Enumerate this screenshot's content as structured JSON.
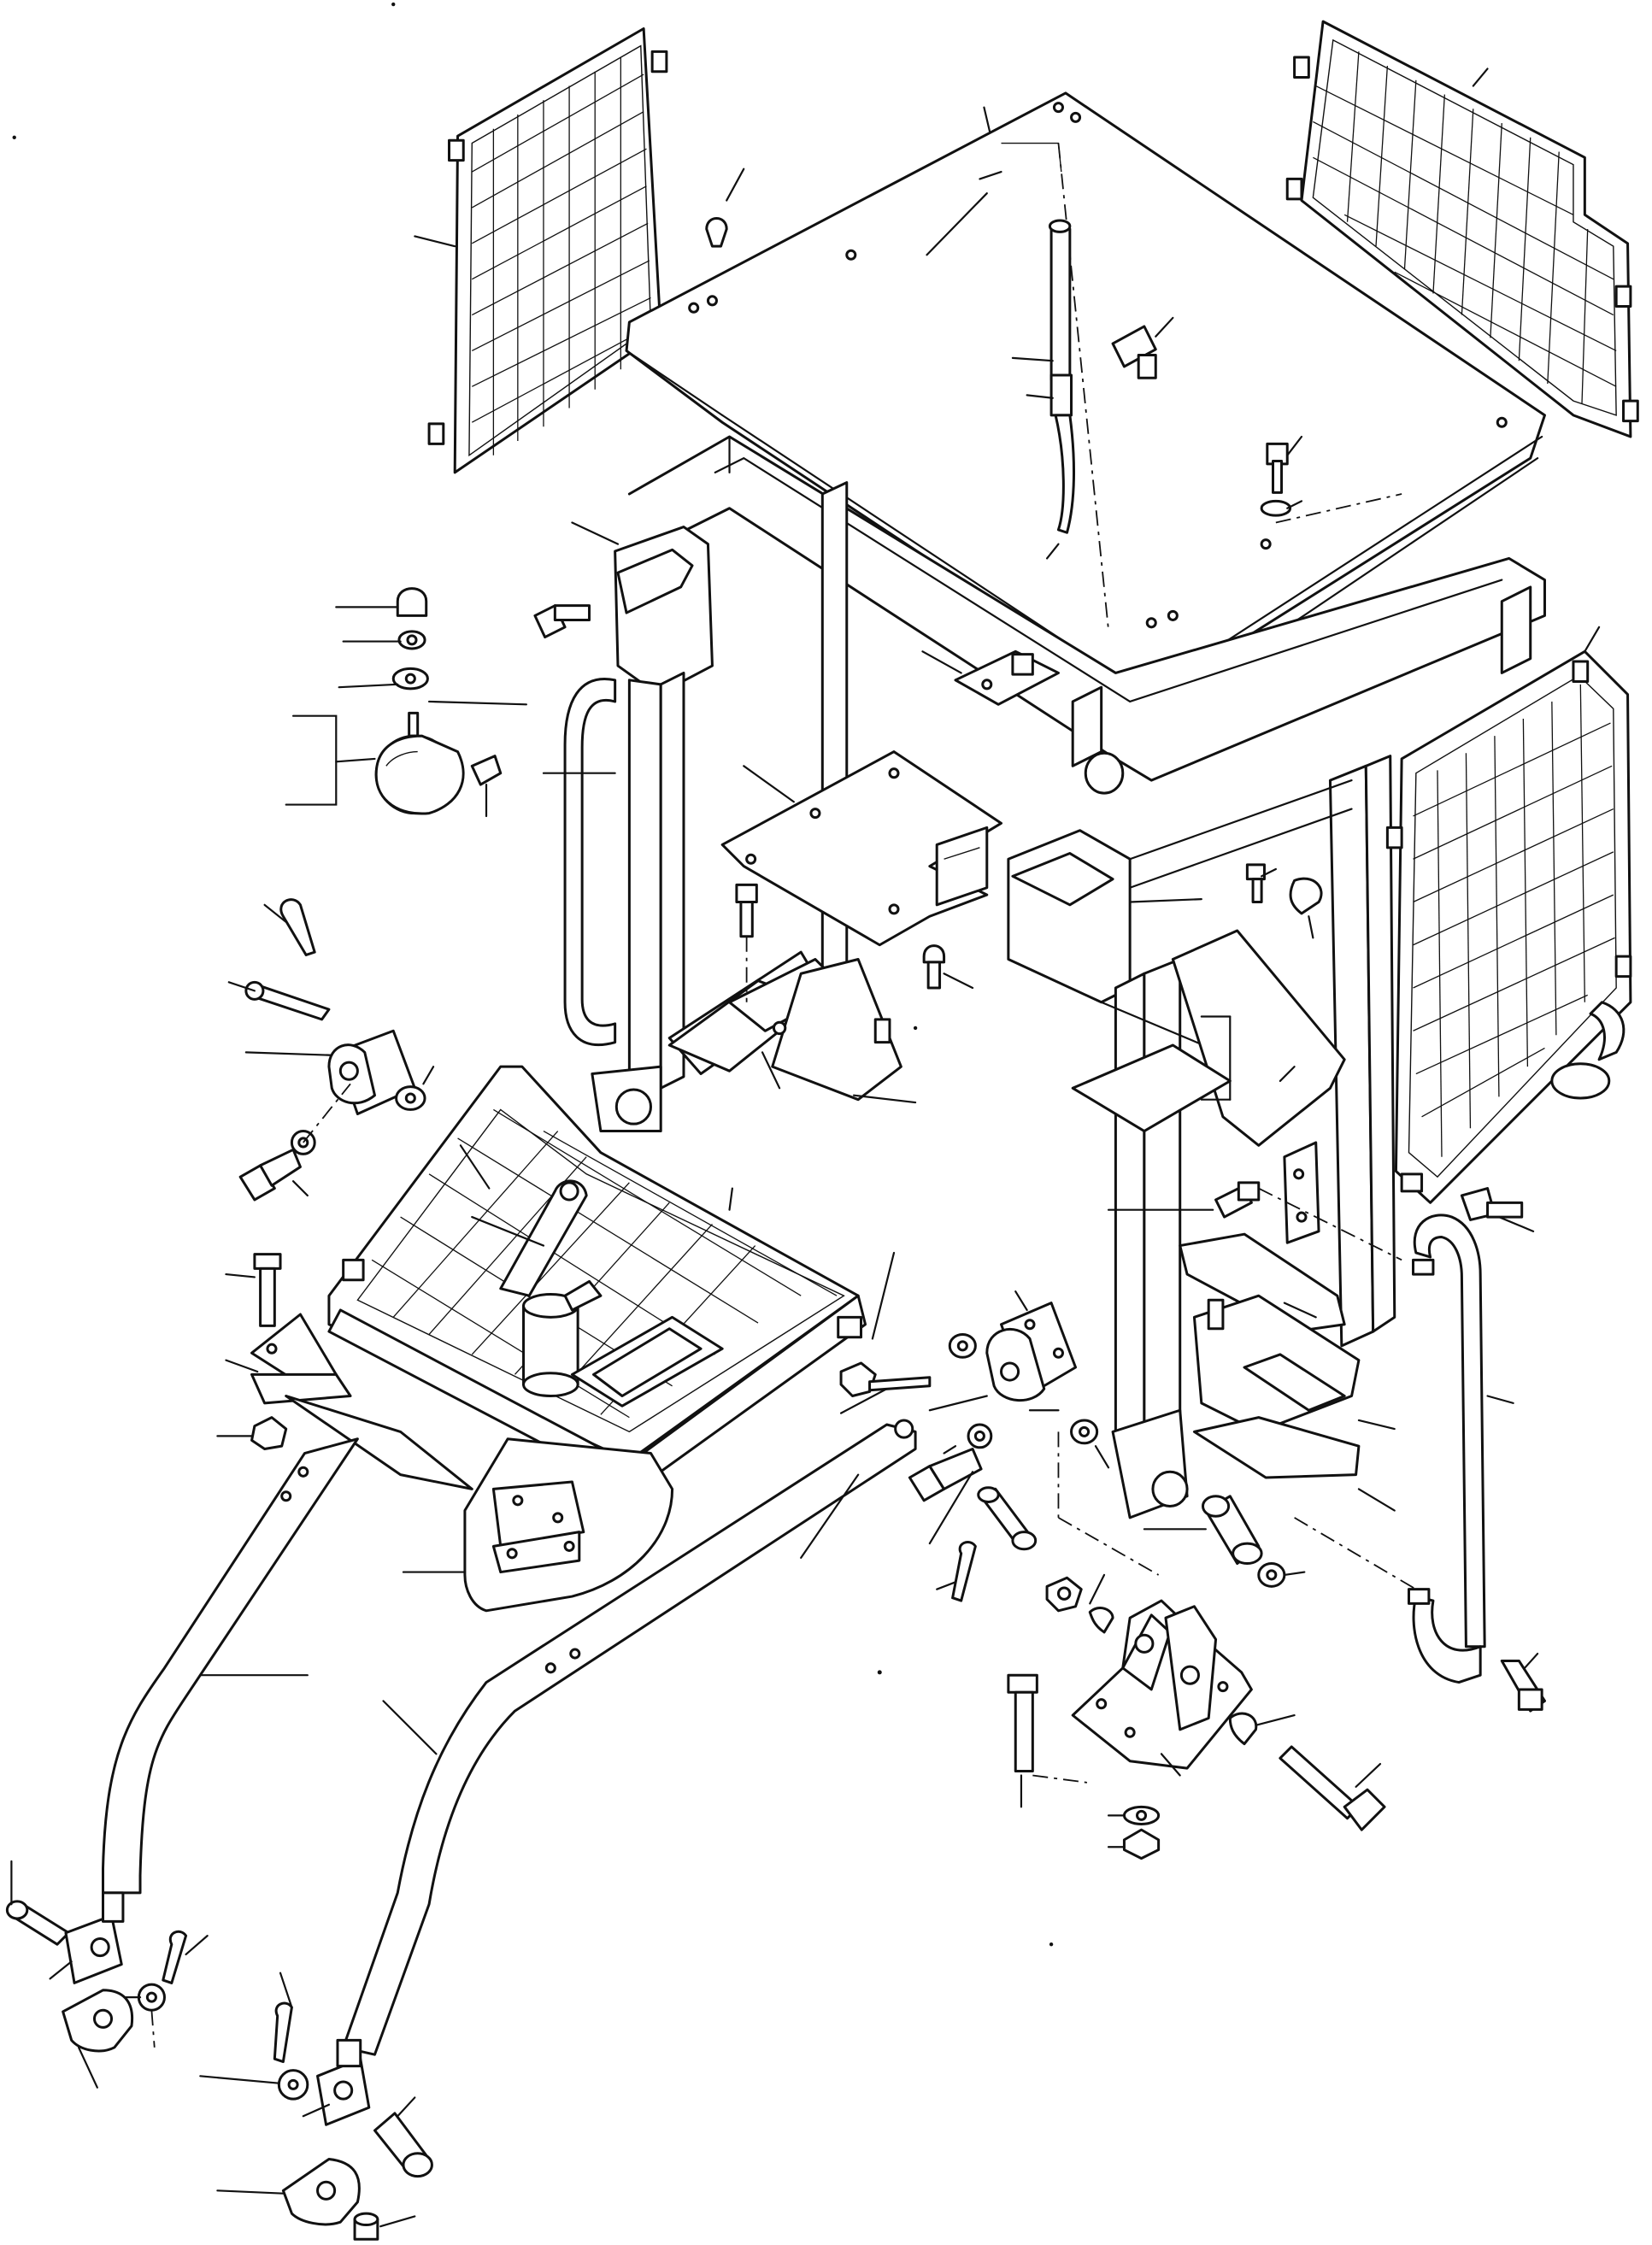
{
  "figure": {
    "description_text": "",
    "colors": {
      "line": "#111111",
      "paper": "#ffffff"
    },
    "parts": [
      "top-canopy-panel",
      "left-mesh-guard",
      "right-mesh-guard",
      "side-mesh-guard",
      "main-frame",
      "headlight-assembly",
      "seat-platform-with-mesh",
      "foot-plate",
      "mounting-bracket",
      "hinge-bracket",
      "left-support-tube",
      "right-support-tube",
      "handrail-left",
      "handrail-right",
      "bolts",
      "washers",
      "nuts",
      "cotter-pins",
      "clevis-pins"
    ]
  }
}
